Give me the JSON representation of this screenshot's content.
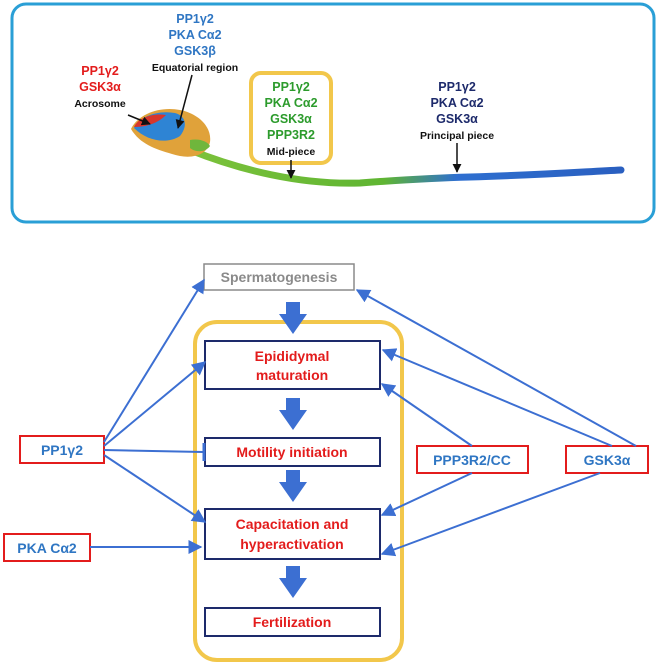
{
  "colors": {
    "panel_border": "#2a9fd6",
    "yellow": "#f2c74b",
    "red": "#e31c1c",
    "dark_blue": "#1d2a6b",
    "mid_blue": "#2f76c3",
    "green": "#2c9b2c",
    "gray": "#8a8a8a",
    "arrow_fill": "#3c6fd2",
    "black": "#111111"
  },
  "sperm_panel": {
    "acrosome": {
      "proteins": [
        "PP1γ2",
        "GSK3α"
      ],
      "label": "Acrosome",
      "color": "#e31c1c"
    },
    "equatorial": {
      "proteins": [
        "PP1γ2",
        "PKA Cα2",
        "GSK3β"
      ],
      "label": "Equatorial region",
      "color": "#2f76c3"
    },
    "midpiece": {
      "proteins": [
        "PP1γ2",
        "PKA Cα2",
        "GSK3α",
        "PPP3R2"
      ],
      "label": "Mid-piece",
      "color": "#2c9b2c"
    },
    "principal": {
      "proteins": [
        "PP1γ2",
        "PKA Cα2",
        "GSK3α"
      ],
      "label": "Principal piece",
      "color": "#1d2a6b"
    }
  },
  "flow": {
    "spermatogenesis": "Spermatogenesis",
    "stages": [
      "Epididymal maturation",
      "Motility initiation",
      "Capacitation and hyperactivation",
      "Fertilization"
    ],
    "stage_lines": [
      [
        "Epididymal",
        "maturation"
      ],
      [
        "Motility initiation"
      ],
      [
        "Capacitation and",
        "hyperactivation"
      ],
      [
        "Fertilization"
      ]
    ]
  },
  "regulators": {
    "pp1": "PP1γ2",
    "pka": "PKA Cα2",
    "ppp3": "PPP3R2/CC",
    "gsk": "GSK3α"
  }
}
